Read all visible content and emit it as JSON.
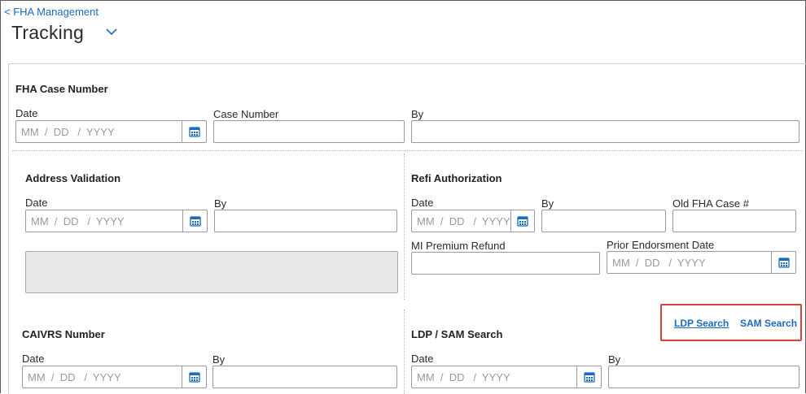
{
  "header": {
    "back_link": "< FHA Management",
    "title": "Tracking"
  },
  "fha_case_number": {
    "title": "FHA Case Number",
    "date_label": "Date",
    "date_placeholder": "MM  /  DD   /  YYYY",
    "case_number_label": "Case Number",
    "by_label": "By"
  },
  "address_validation": {
    "title": "Address Validation",
    "date_label": "Date",
    "date_placeholder": "MM  /  DD   /  YYYY",
    "by_label": "By"
  },
  "refi_authorization": {
    "title": "Refi Authorization",
    "date_label": "Date",
    "date_placeholder": "MM  /  DD   /  YYYY",
    "by_label": "By",
    "old_case_label": "Old FHA Case #",
    "mi_refund_label": "MI Premium Refund",
    "prior_endorsement_label": "Prior Endorsment Date",
    "prior_endorsement_placeholder": "MM  /  DD   /  YYYY"
  },
  "caivrs": {
    "title": "CAIVRS Number",
    "date_label": "Date",
    "date_placeholder": "MM  /  DD   /  YYYY",
    "by_label": "By"
  },
  "ldp_sam": {
    "title": "LDP / SAM Search",
    "date_label": "Date",
    "date_placeholder": "MM  /  DD   /  YYYY",
    "by_label": "By",
    "ldp_link": "LDP Search",
    "sam_link": "SAM Search"
  },
  "colors": {
    "link": "#1b6ac1",
    "highlight": "#e0403a",
    "input_border": "#9a9a9a",
    "disabled_fill": "#e9e9ea"
  }
}
